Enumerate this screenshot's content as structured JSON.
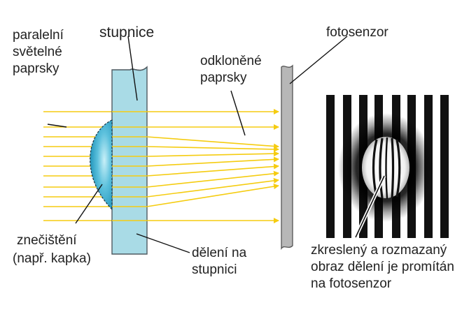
{
  "labels": {
    "parallel_rays": [
      "paralelní",
      "světelné",
      "paprsky"
    ],
    "scale": "stupnice",
    "deflected_rays": [
      "odkloněné",
      "paprsky"
    ],
    "photosensor": "fotosenzor",
    "contamination": [
      "znečištění",
      "(např. kapka)"
    ],
    "scale_divisions": [
      "dělení na",
      "stupnici"
    ],
    "distorted_image": [
      "zkreslený a rozmazaný",
      "obraz dělení je promítán",
      "na fotosenzor"
    ]
  },
  "colors": {
    "ray": "#f5cc10",
    "scale_glass": "#a9dbe6",
    "scale_outline": "#4f5a60",
    "droplet": "#2aa3c8",
    "droplet_highlight": "#c9f0f8",
    "sensor": "#b7b7b7",
    "sensor_outline": "#555555",
    "stripe": "#111111",
    "text": "#222222"
  }
}
